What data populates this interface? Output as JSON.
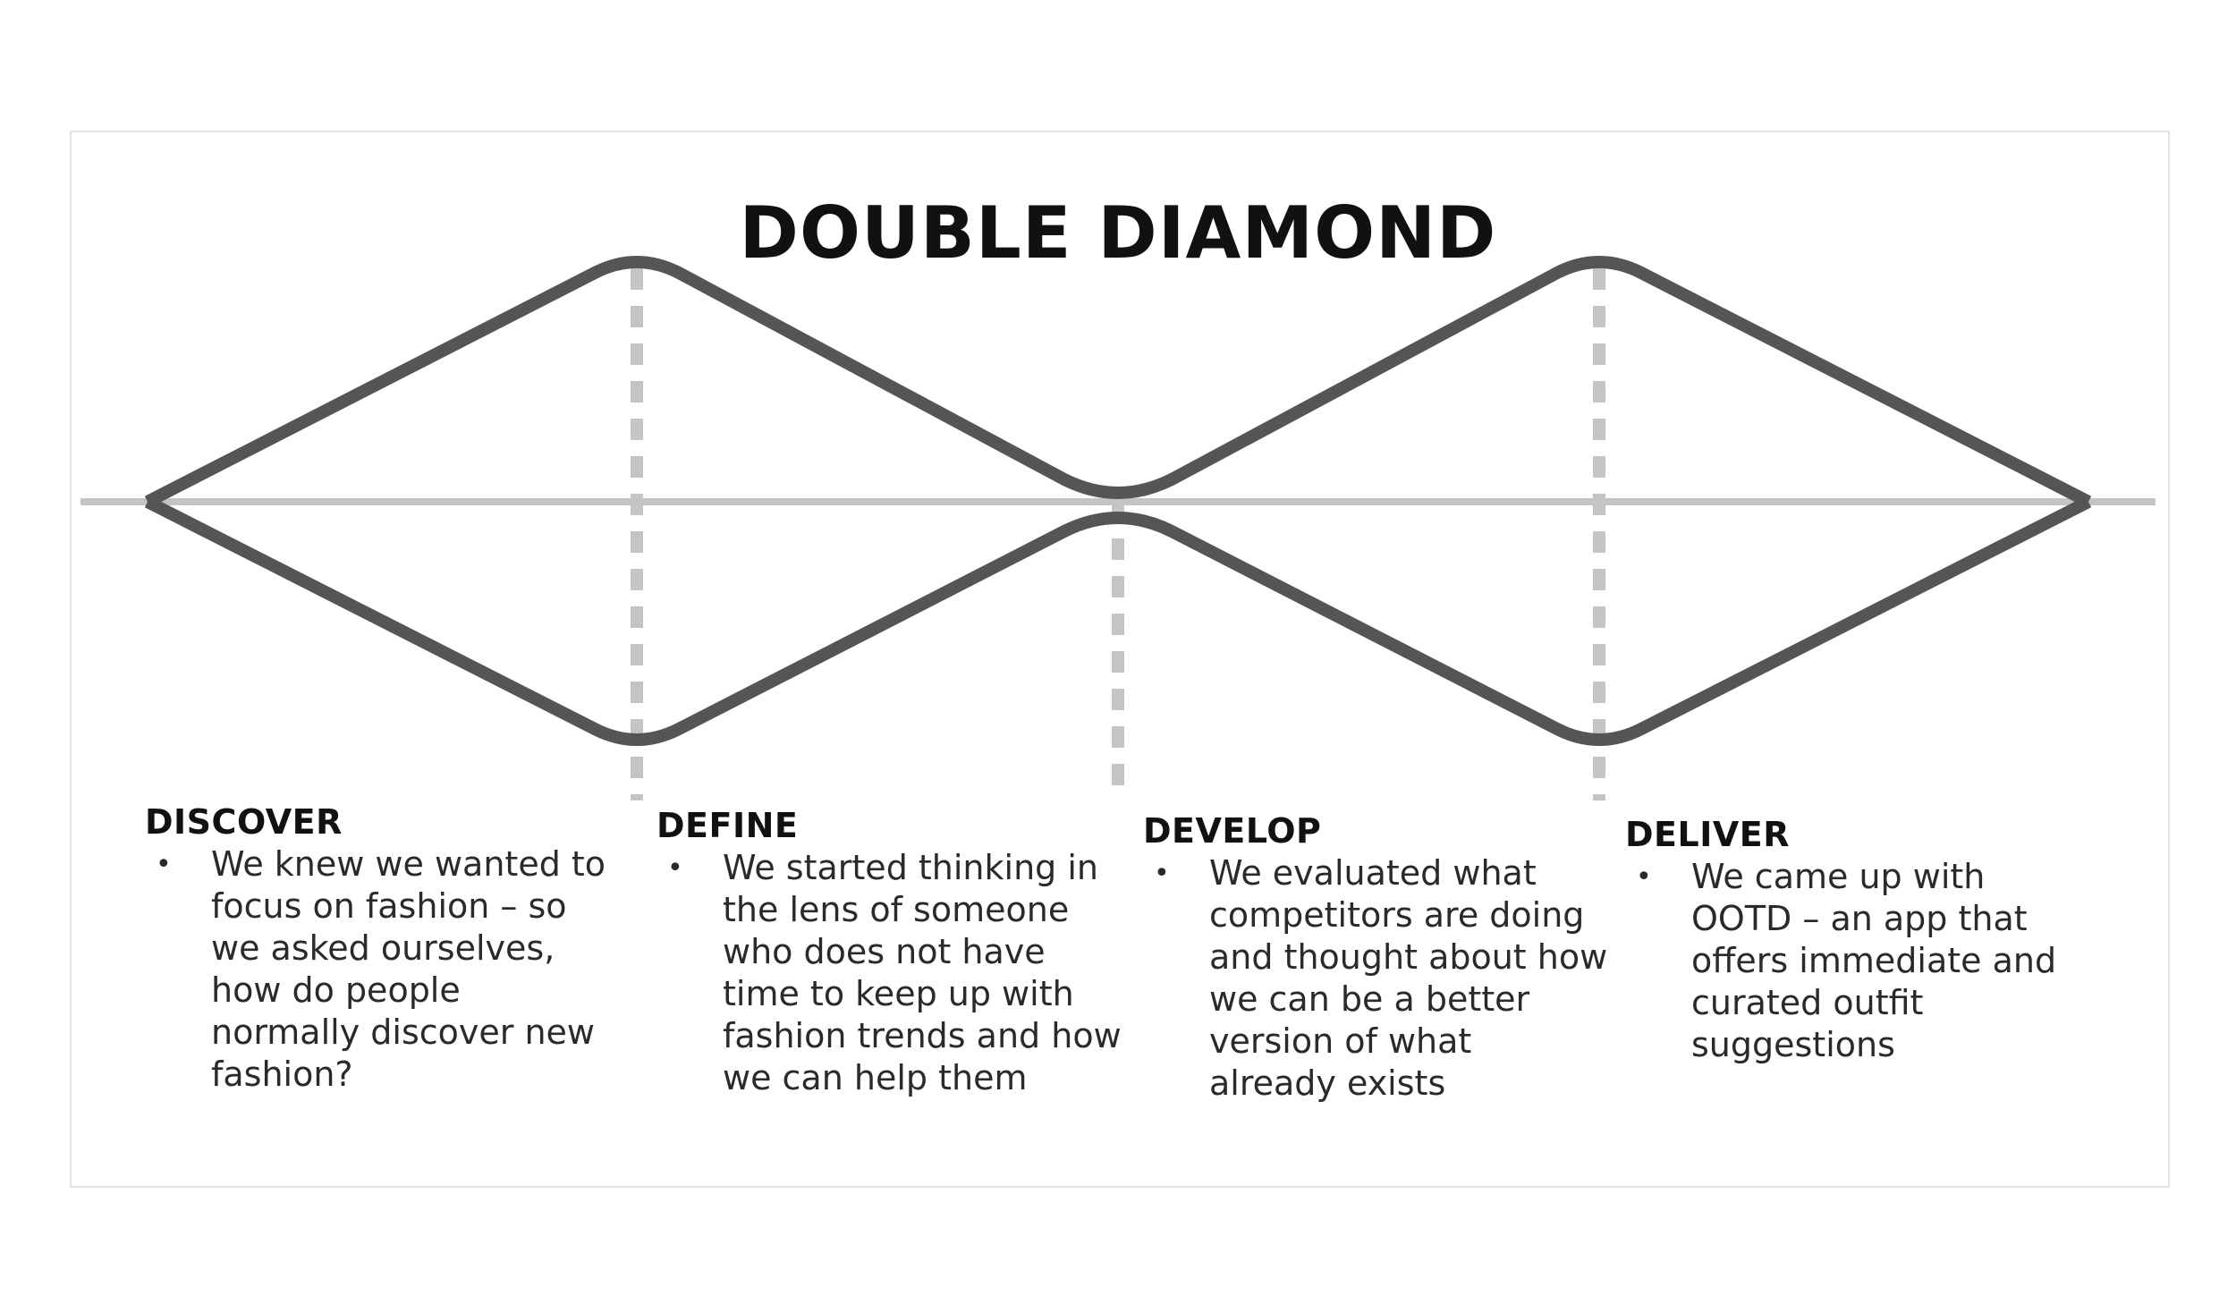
{
  "title": "DOUBLE DIAMOND",
  "phases": [
    {
      "heading": "DISCOVER",
      "text": "We knew we wanted to focus on fashion – so we asked ourselves, how do people normally discover new fashion?"
    },
    {
      "heading": "DEFINE",
      "text": "We started thinking in the lens of someone who does not have time to keep up with fashion trends and how we can help them"
    },
    {
      "heading": "DEVELOP",
      "text": "We evaluated what competitors are doing and thought about how we can be a better version of what already exists"
    },
    {
      "heading": "DELIVER",
      "text": "We came up with OOTD – an app that offers immediate and curated outfit suggestions"
    }
  ],
  "bullet_symbol": "•",
  "colors": {
    "diamond_outline": "#555555",
    "axis_line": "#c4c4c4",
    "divider": "#c4c4c4"
  }
}
